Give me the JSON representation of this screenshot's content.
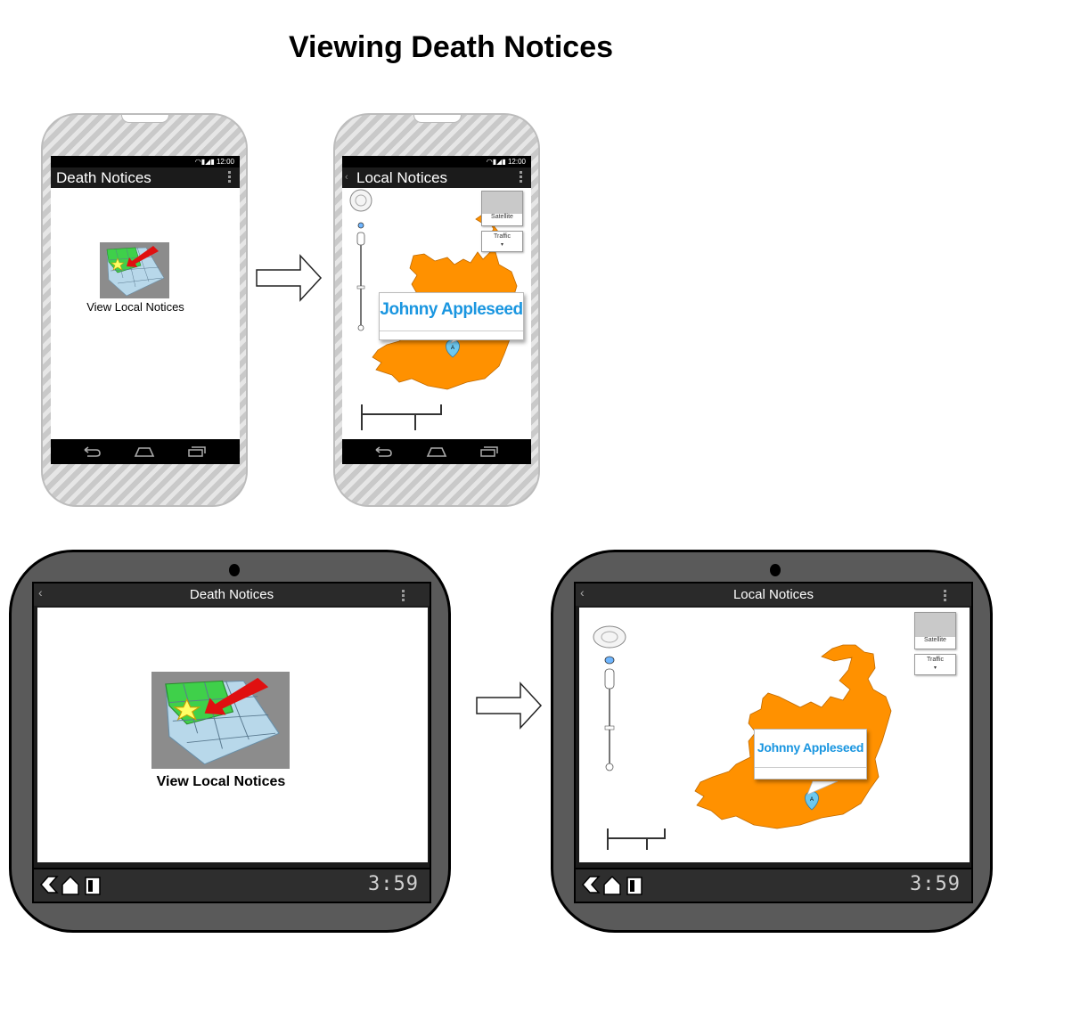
{
  "page_title": "Viewing Death Notices",
  "phone_list": {
    "status_time": "12:00",
    "app_title": "Death Notices",
    "item_label": "View Local Notices"
  },
  "phone_map": {
    "status_time": "12:00",
    "app_title": "Local Notices",
    "satellite_label": "Satellite",
    "traffic_label": "Traffic",
    "callout_name": "Johnny Appleseed",
    "marker_label": "A"
  },
  "tablet_list": {
    "app_title": "Death Notices",
    "item_label": "View Local Notices",
    "clock": "3:59"
  },
  "tablet_map": {
    "app_title": "Local Notices",
    "satellite_label": "Satellite",
    "traffic_label": "Traffic",
    "callout_name": "Johnny Appleseed",
    "marker_label": "A",
    "clock": "3:59"
  },
  "colors": {
    "map_fill": "#ff9100",
    "callout_text": "#1a96e0",
    "bar_dark": "#1b1b1b"
  }
}
